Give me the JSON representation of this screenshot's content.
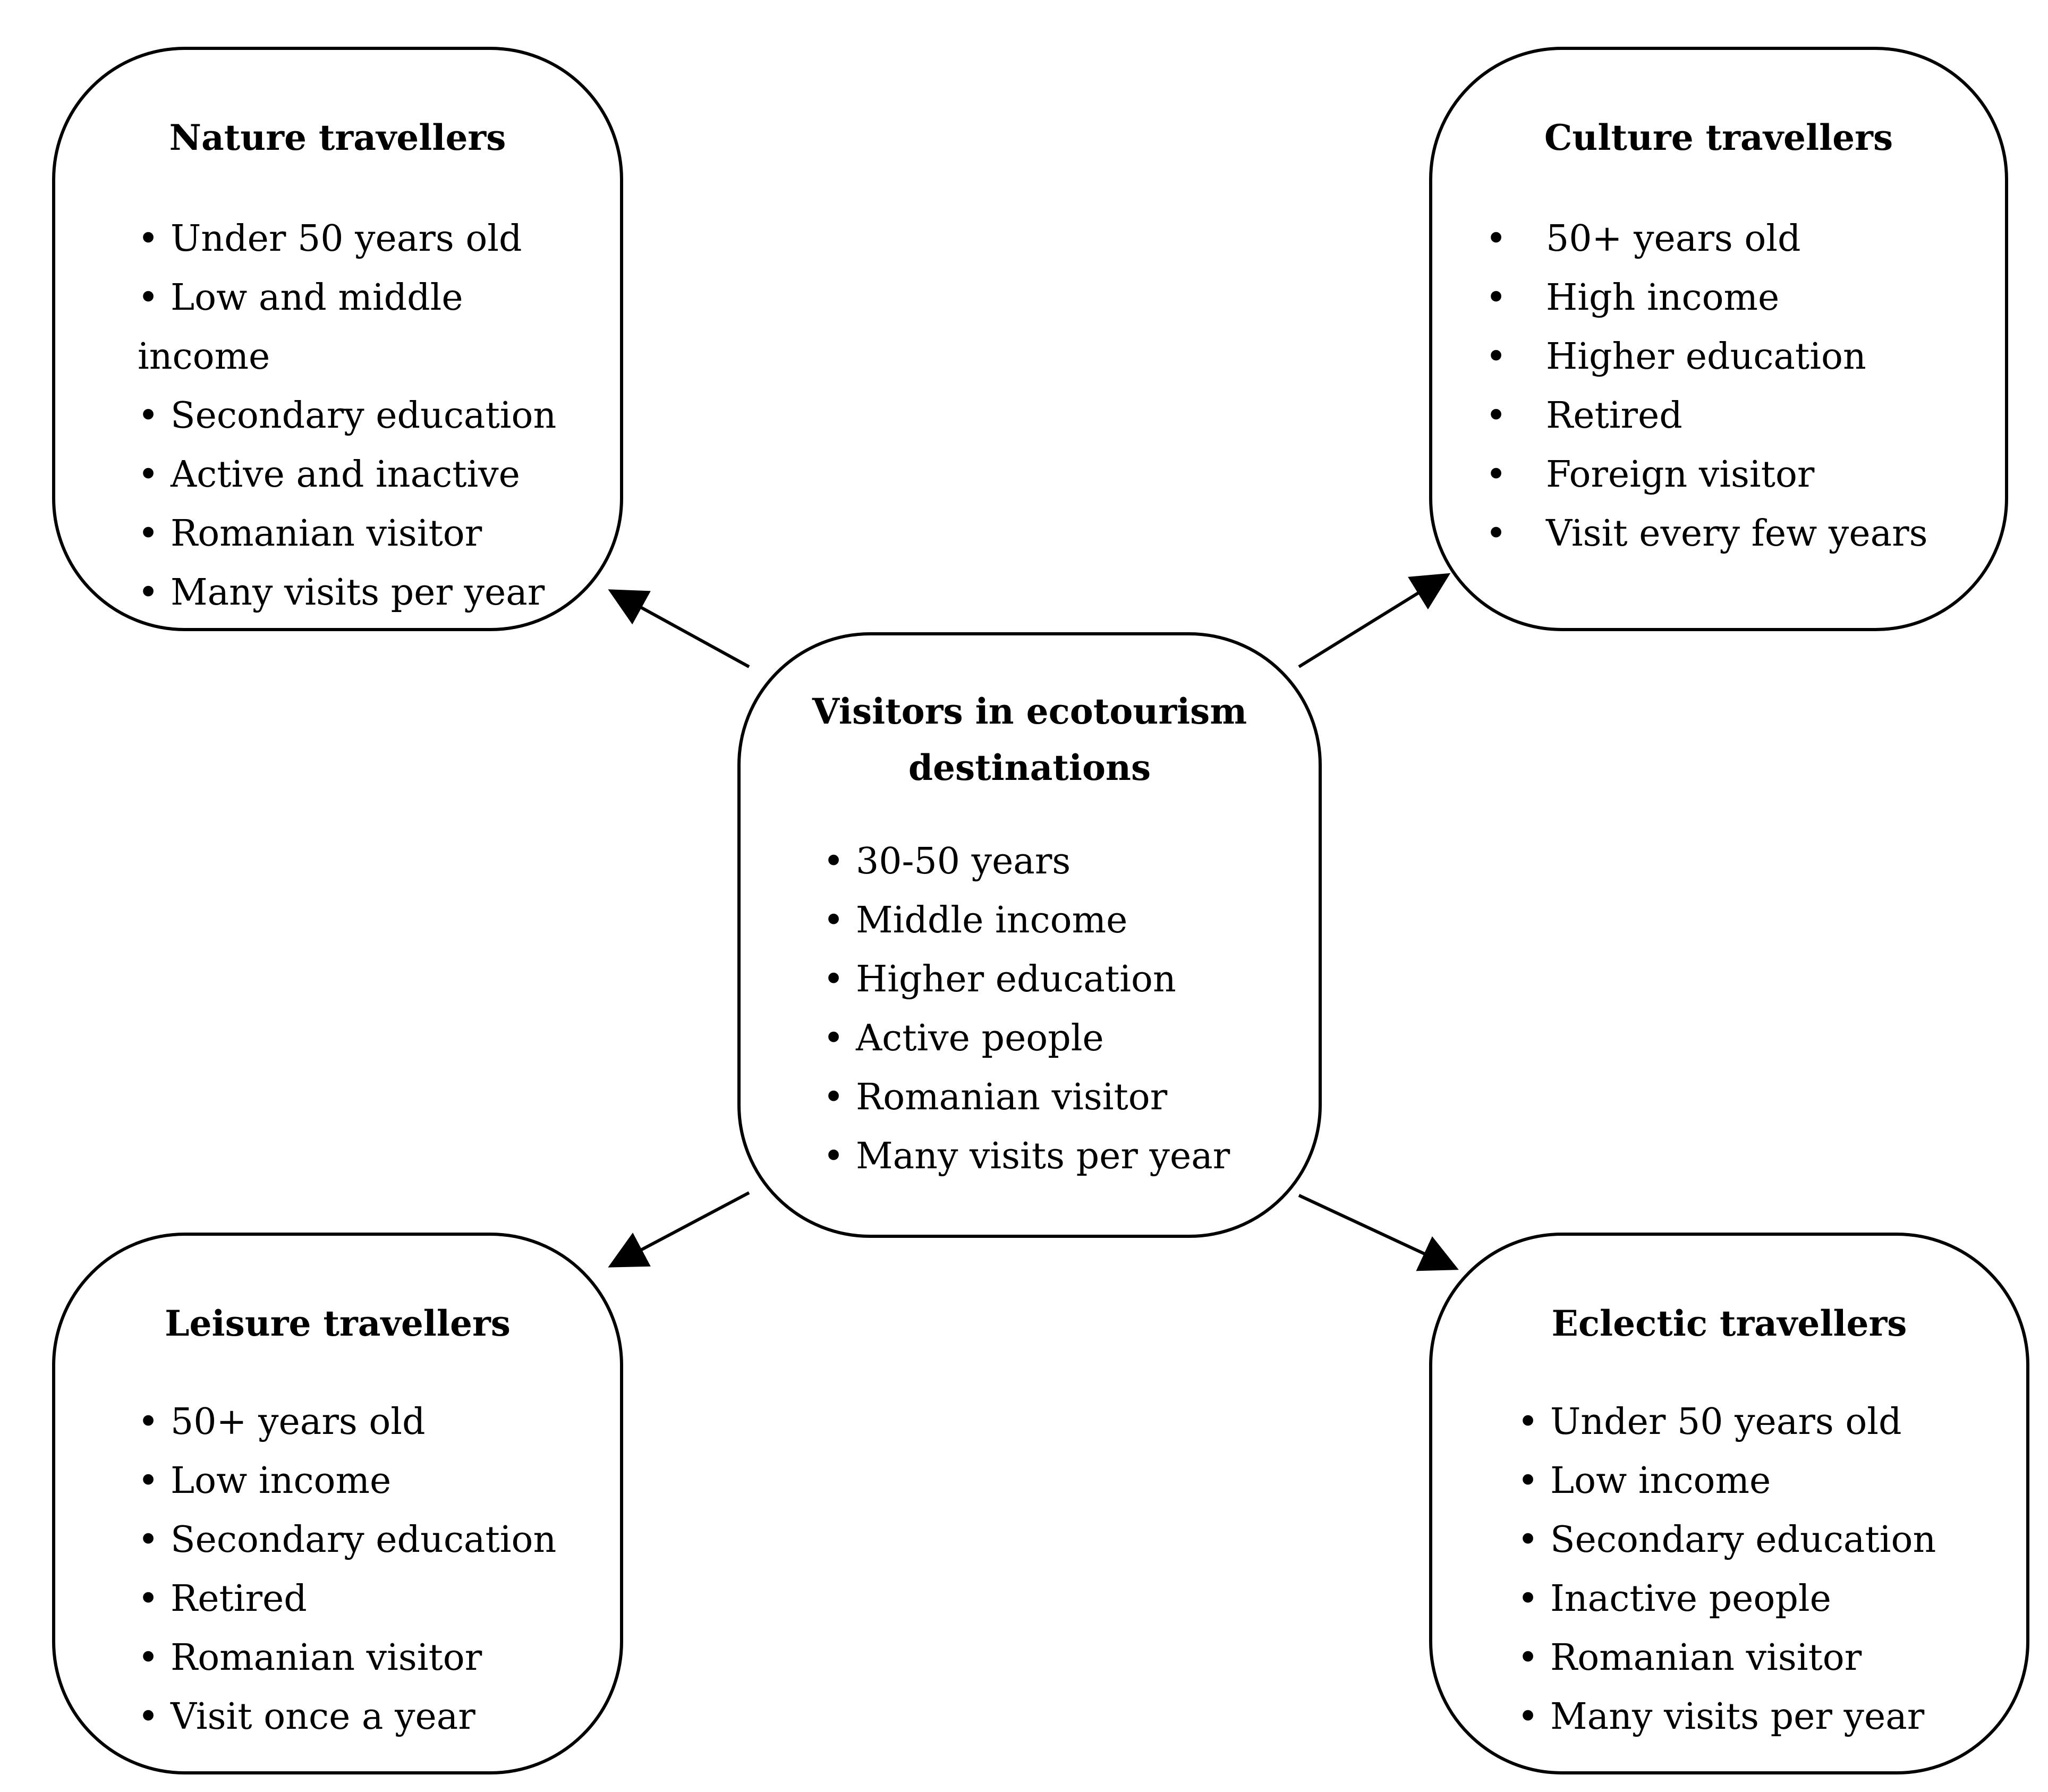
{
  "center": {
    "title_line1": "Visitors in ecotourism",
    "title_line2": "destinations",
    "items": [
      "30-50 years",
      "Middle income",
      "Higher education",
      "Active people",
      "Romanian visitor",
      "Many visits per year"
    ]
  },
  "nature": {
    "title": "Nature travellers",
    "items": [
      "Under 50 years old",
      "Low  and middle income",
      "Secondary education",
      "Active and inactive",
      "Romanian visitor",
      "Many visits per year"
    ]
  },
  "culture": {
    "title": "Culture travellers",
    "items": [
      "50+ years old",
      "High income",
      "Higher education",
      "Retired",
      "Foreign visitor",
      "Visit every few years"
    ]
  },
  "leisure": {
    "title": "Leisure travellers",
    "items": [
      "50+ years old",
      "Low income",
      "Secondary education",
      "Retired",
      "Romanian visitor",
      "Visit once a year"
    ]
  },
  "eclectic": {
    "title": "Eclectic travellers",
    "items": [
      "Under 50 years old",
      "Low income",
      "Secondary education",
      "Inactive people",
      "Romanian visitor",
      "Many visits per year"
    ]
  },
  "bullet_symbol": "•",
  "colors": {
    "line": "#000000",
    "background": "#ffffff"
  }
}
